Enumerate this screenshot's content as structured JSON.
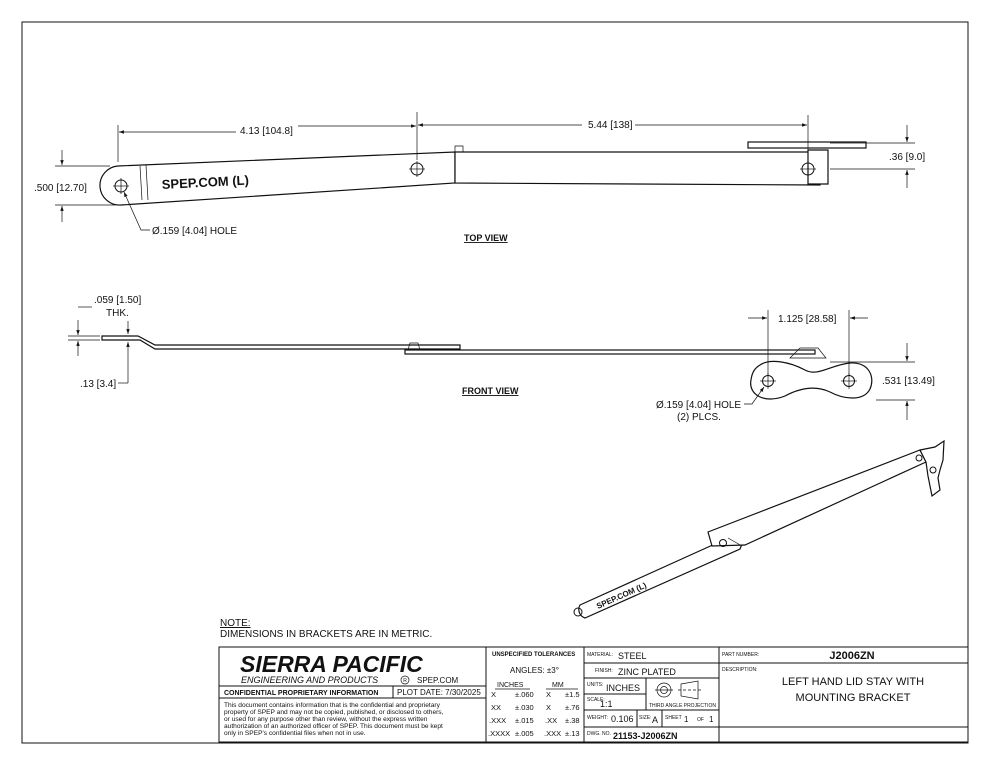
{
  "top_view": {
    "title": "TOP VIEW",
    "stamp": "SPEP.COM (L)",
    "dim_length_a": "4.13",
    "dim_length_a_mm": "104.8",
    "dim_length_b": "5.44",
    "dim_length_b_mm": "138",
    "dim_width": ".500",
    "dim_width_mm": "12.70",
    "dim_bracket": ".36",
    "dim_bracket_mm": "9.0",
    "hole_callout": "Ø.159",
    "hole_callout_mm": "4.04",
    "hole_suffix": "HOLE"
  },
  "front_view": {
    "title": "FRONT VIEW",
    "dim_thk": ".059",
    "dim_thk_mm": "1.50",
    "dim_thk_label": "THK.",
    "dim_offset": ".13",
    "dim_offset_mm": "3.4",
    "dim_hole_spacing": "1.125",
    "dim_hole_spacing_mm": "28.58",
    "dim_height": ".531",
    "dim_height_mm": "13.49",
    "hole_callout": "Ø.159",
    "hole_callout_mm": "4.04",
    "hole_suffix": "HOLE",
    "hole_qty": "(2) PLCS."
  },
  "iso_view": {
    "stamp": "SPEP.COM (L)"
  },
  "note": {
    "heading": "NOTE:",
    "text": "DIMENSIONS IN BRACKETS ARE IN METRIC."
  },
  "title_block": {
    "company": "SIERRA PACIFIC",
    "company_sub": "ENGINEERING AND PRODUCTS",
    "registered_mark": "R",
    "website": "SPEP.COM",
    "confidential_label": "CONFIDENTIAL PROPRIETARY INFORMATION",
    "plot_date_label": "PLOT DATE:",
    "plot_date": "7/30/2025",
    "disclaimer": [
      "This document contains information that is the confidential and proprietary",
      "property of SPEP and may not be copied, published, or disclosed to others,",
      "or used for any purpose  other than review, without the express written",
      "authorization of an authorized officer of SPEP. This document must be kept",
      "only in SPEP's confidential files when not in use."
    ],
    "tolerances_heading": "UNSPECIFIED TOLERANCES",
    "angles": "ANGLES: ±3°",
    "inches_label": "INCHES",
    "mm_label": "MM",
    "tolerance_rows": [
      {
        "in_fmt": "X",
        "in_tol": "±.060",
        "mm_fmt": "X",
        "mm_tol": "±1.5"
      },
      {
        "in_fmt": "XX",
        "in_tol": "±.030",
        "mm_fmt": "X",
        "mm_tol": "±.76"
      },
      {
        "in_fmt": ".XXX",
        "in_tol": "±.015",
        "mm_fmt": ".XX",
        "mm_tol": "±.38"
      },
      {
        "in_fmt": ".XXXX",
        "in_tol": "±.005",
        "mm_fmt": ".XXX",
        "mm_tol": "±.13"
      }
    ],
    "material_label": "MATERIAL:",
    "material": "STEEL",
    "finish_label": "FINISH:",
    "finish": "ZINC PLATED",
    "units_label": "UNITS:",
    "units": "INCHES",
    "projection_label": "THIRD ANGLE PROJECTION",
    "scale_label": "SCALE:",
    "scale": "1:1",
    "weight_label": "WEIGHT:",
    "weight": "0.106",
    "size_label": "SIZE:",
    "size": "A",
    "sheet_label": "SHEET",
    "sheet": "1",
    "of_label": "OF",
    "sheet_total": "1",
    "dwg_no_label": "DWG. NO.",
    "dwg_no": "21153-J2006ZN",
    "part_number_label": "PART NUMBER:",
    "part_number": "J2006ZN",
    "description_label": "DESCRIPTION:",
    "description_line1": "LEFT HAND LID STAY WITH",
    "description_line2": "MOUNTING BRACKET"
  }
}
